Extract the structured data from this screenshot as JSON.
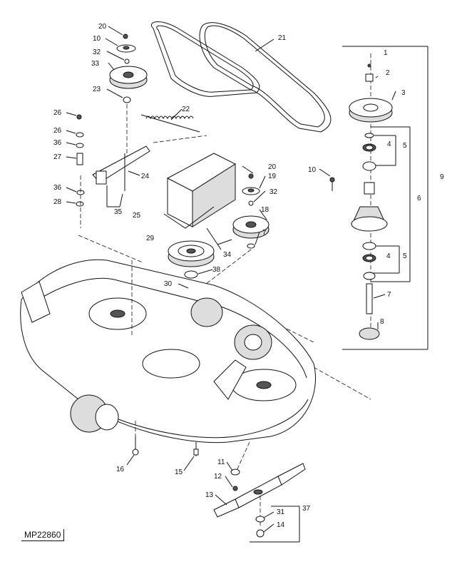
{
  "figure_id": "MP22860",
  "callouts": [
    "1",
    "2",
    "3",
    "4",
    "5",
    "6",
    "7",
    "8",
    "9",
    "10",
    "11",
    "12",
    "13",
    "14",
    "15",
    "16",
    "18",
    "19",
    "20",
    "21",
    "22",
    "23",
    "24",
    "25",
    "26",
    "27",
    "28",
    "29",
    "30",
    "31",
    "32",
    "33",
    "34",
    "35",
    "36",
    "37",
    "38"
  ]
}
